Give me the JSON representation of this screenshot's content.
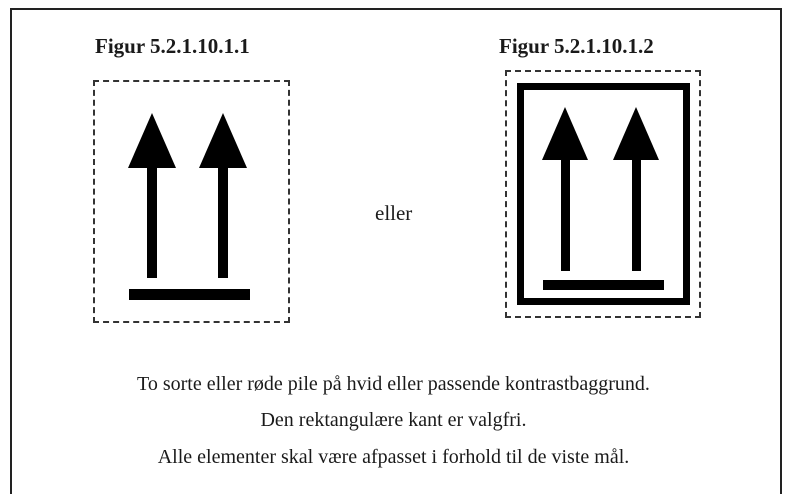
{
  "figures": [
    {
      "title": "Figur 5.2.1.10.1.1",
      "solid_border": false,
      "icon": "two-arrows-up-with-base-bar"
    },
    {
      "title": "Figur 5.2.1.10.1.2",
      "solid_border": true,
      "icon": "two-arrows-up-with-base-bar-bordered"
    }
  ],
  "connector": "eller",
  "caption": [
    "To sorte eller røde pile på hvid eller passende kontrastbaggrund.",
    "Den rektangulære kant er valgfri.",
    "Alle elementer skal være afpasset i forhold til de viste mål."
  ],
  "colors": {
    "symbol": "#000000",
    "background": "#ffffff"
  }
}
